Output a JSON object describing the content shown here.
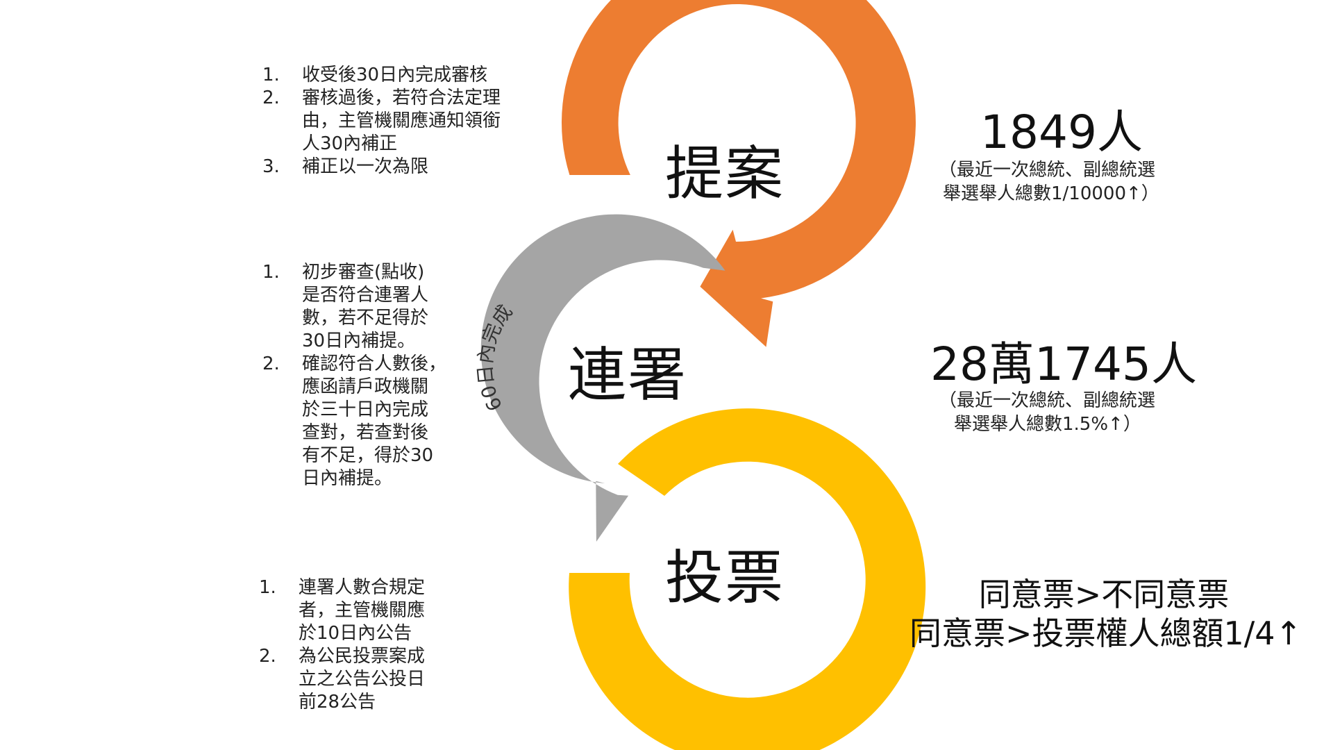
{
  "colors": {
    "propose": "#ED7D31",
    "signature": "#A5A5A5",
    "vote": "#FFC000"
  },
  "stages": {
    "propose": "提案",
    "signature": "連署",
    "vote": "投票"
  },
  "arrow_label": "60日內完成",
  "propose_steps": [
    {
      "num": "1.",
      "lines": [
        "收受後30日內完成審核"
      ]
    },
    {
      "num": "2.",
      "lines": [
        "審核過後，若符合法定理",
        "由，主管機關應通知領銜",
        "人30內補正"
      ]
    },
    {
      "num": "3.",
      "lines": [
        "補正以一次為限"
      ]
    }
  ],
  "signature_steps": [
    {
      "num": "1.",
      "lines": [
        "初步審查(點收)",
        "是否符合連署人",
        "數，若不足得於",
        "30日內補提。"
      ]
    },
    {
      "num": "2.",
      "lines": [
        "確認符合人數後，",
        "應函請戶政機關",
        "於三十日內完成",
        "查對，若查對後",
        "有不足，得於30",
        "日內補提。"
      ]
    }
  ],
  "vote_steps": [
    {
      "num": "1.",
      "lines": [
        "連署人數合規定",
        "者，主管機關應",
        "於10日內公告"
      ]
    },
    {
      "num": "2.",
      "lines": [
        "為公民投票案成",
        "立之公告公投日",
        "前28公告"
      ]
    }
  ],
  "propose_stat": {
    "count": "1849人",
    "note_line1": "（最近一次總統、副總統選",
    "note_line2": "舉選舉人總數1/10000↑）"
  },
  "signature_stat": {
    "count": "28萬1745人",
    "note_line1": "（最近一次總統、副總統選",
    "note_line2": "舉選舉人總數1.5%↑）"
  },
  "vote_condition": {
    "line1": "同意票>不同意票",
    "line2": "同意票>投票權人總額1/4↑"
  }
}
